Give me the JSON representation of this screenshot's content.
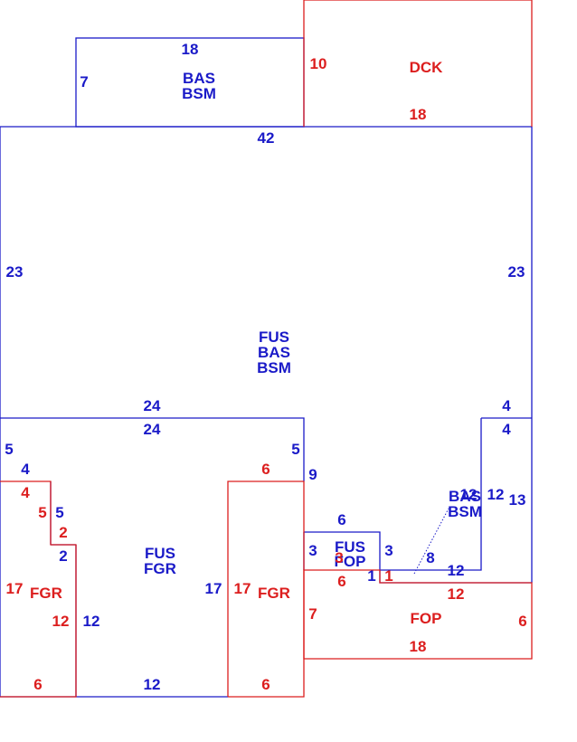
{
  "colors": {
    "blue": "#1a1ac8",
    "red": "#dc1e1e"
  },
  "areas": {
    "bas_top": [
      "BAS",
      "BSM"
    ],
    "dck": [
      "DCK"
    ],
    "fus_main": [
      "FUS",
      "BAS",
      "BSM"
    ],
    "fus_fgr": [
      "FUS",
      "FGR"
    ],
    "fgr_left": [
      "FGR"
    ],
    "fgr_mid": [
      "FGR"
    ],
    "fus_fop": [
      "FUS",
      "FOP"
    ],
    "bas_bsm_small": [
      "BAS",
      "BSM"
    ],
    "fop": [
      "FOP"
    ]
  },
  "dims": {
    "bas_top_w": "18",
    "bas_top_h": "7",
    "dck_h": "10",
    "dck_w": "18",
    "main_top": "42",
    "main_left": "23",
    "main_right": "23",
    "mid_24a": "24",
    "mid_24b": "24",
    "right_4a": "4",
    "right_4b": "4",
    "left_5a": "5",
    "left_4": "4",
    "red_4": "4",
    "red_5": "5",
    "blue_5": "5",
    "red_2": "2",
    "blue_2": "2",
    "red_17a": "17",
    "red_12a": "12",
    "blue_12a": "12",
    "red_6a": "6",
    "blue_12b": "12",
    "blue_5b": "5",
    "blue_9": "9",
    "red_6b": "6",
    "blue_17": "17",
    "red_17b": "17",
    "red_6c": "6",
    "blue_6": "6",
    "blue_3a": "3",
    "blue_3b": "3",
    "red_3": "3",
    "red_6d": "6",
    "blue_1": "1",
    "red_1": "1",
    "blue_8": "8",
    "blue_12c": "12",
    "blue_12d": "12",
    "blue_12e": "12",
    "blue_13": "13",
    "red_12b": "12",
    "red_7": "7",
    "red_6e": "6",
    "red_18": "18"
  }
}
